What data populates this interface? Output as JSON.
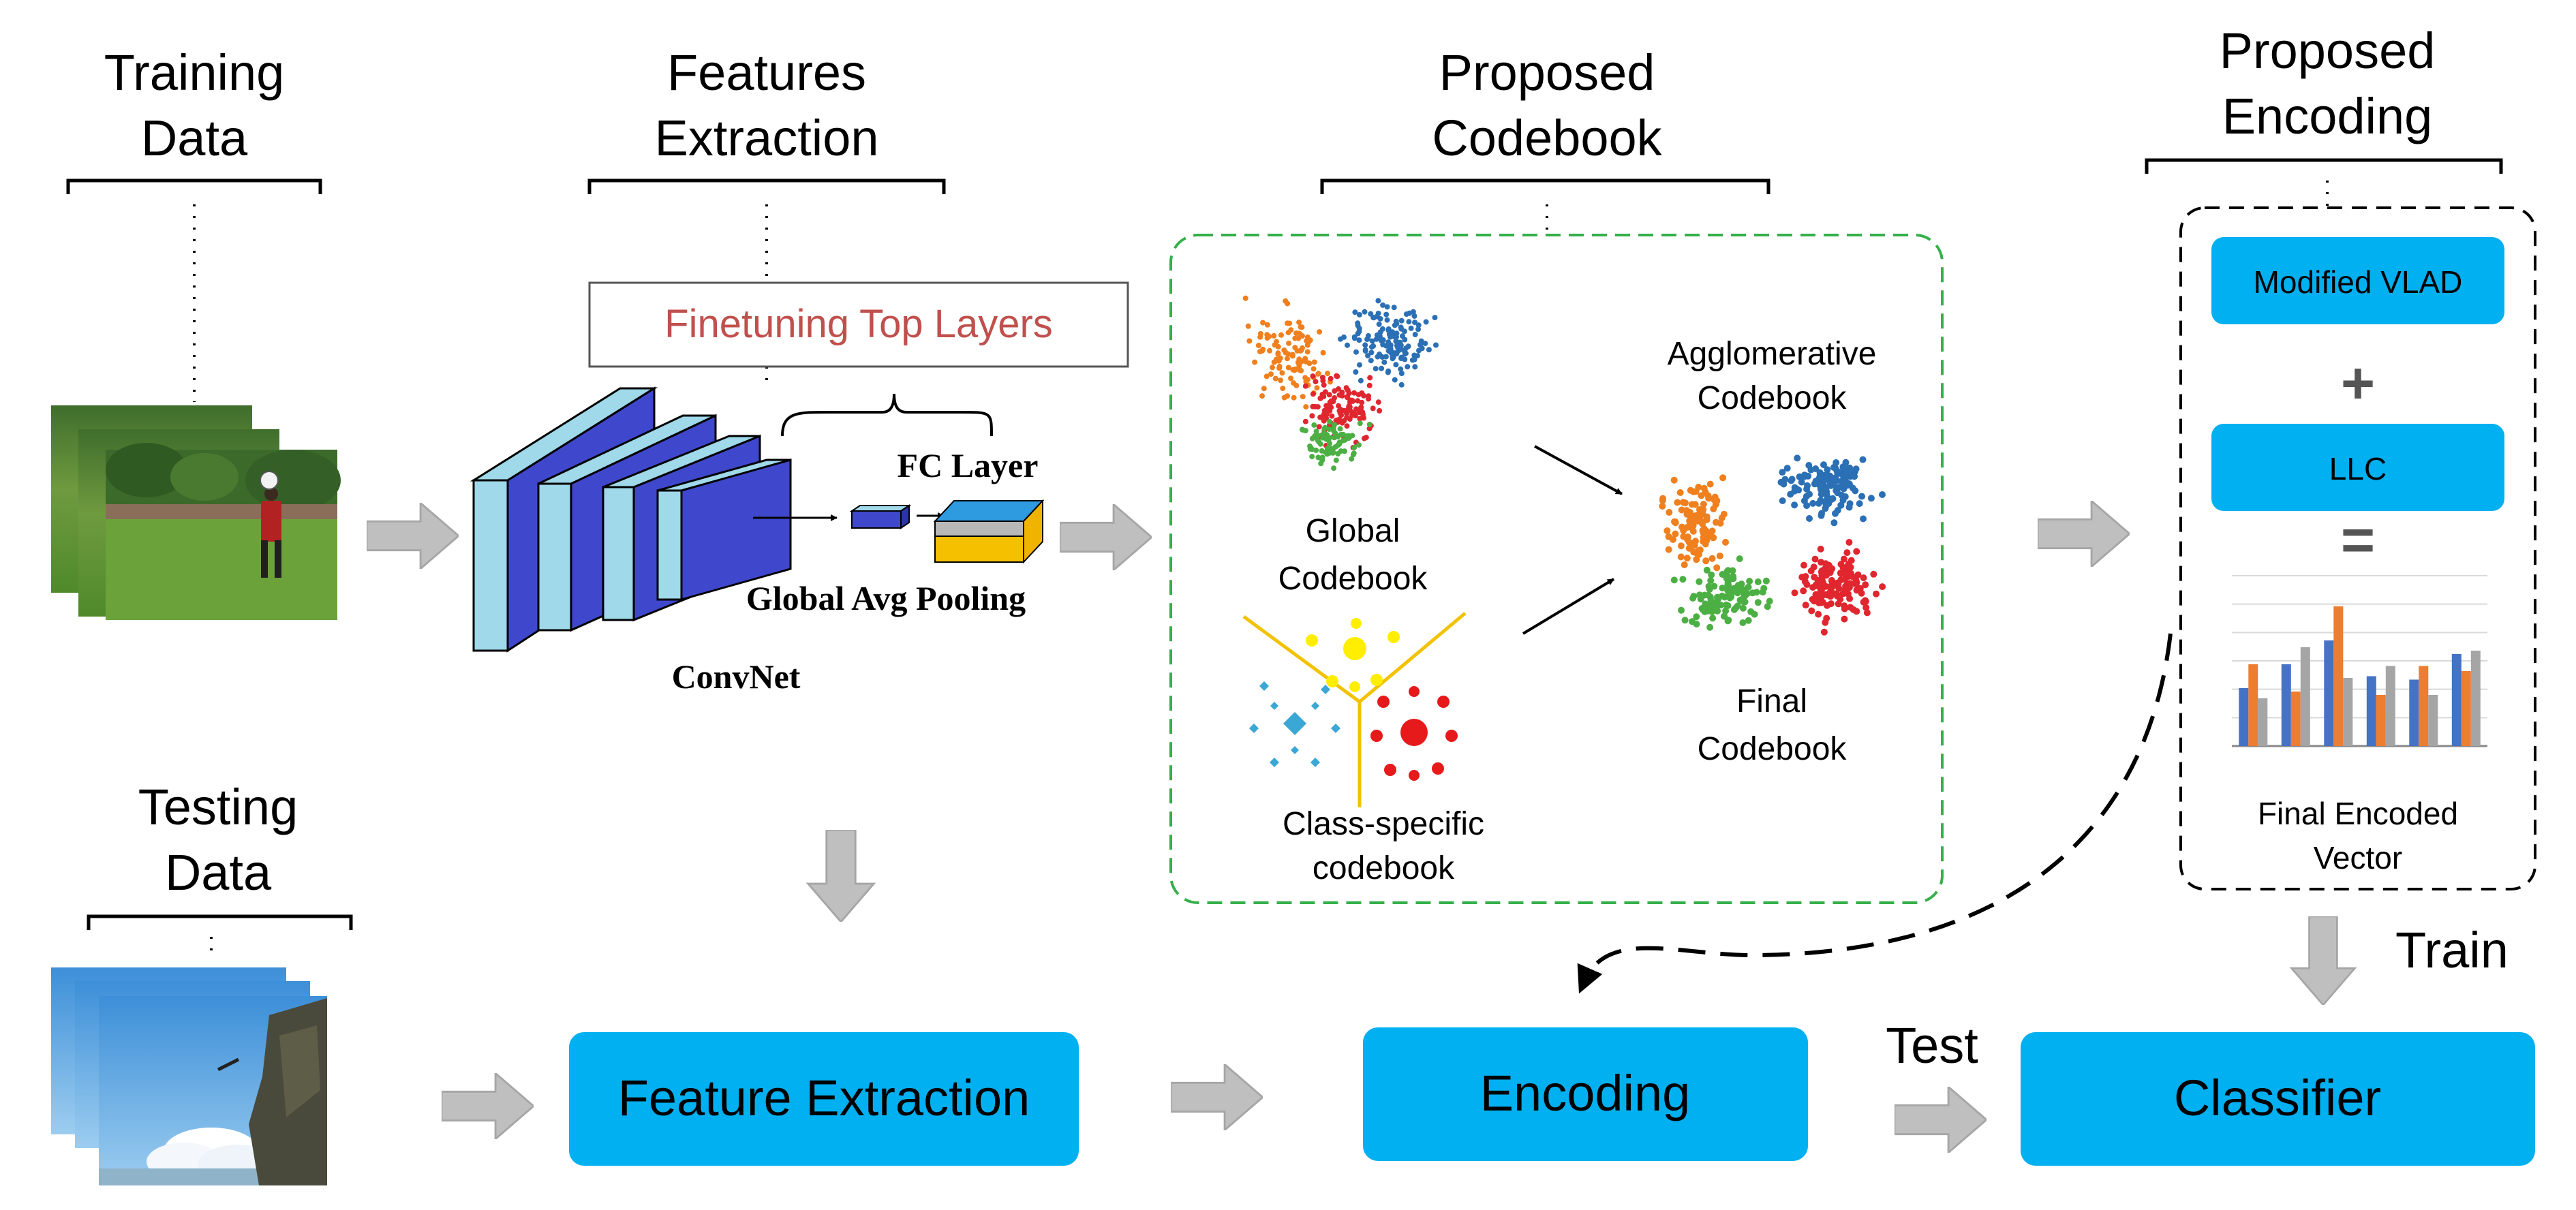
{
  "sections": {
    "training_data": [
      "Training",
      "Data"
    ],
    "features_extraction": [
      "Features",
      "Extraction"
    ],
    "proposed_codebook": [
      "Proposed",
      "Codebook"
    ],
    "proposed_encoding": [
      "Proposed",
      "Encoding"
    ],
    "testing_data": [
      "Testing",
      "Data"
    ]
  },
  "cnn": {
    "finetuning_label": "Finetuning Top Layers",
    "fc_layer": "FC Layer",
    "global_avg_pooling": "Global Avg Pooling",
    "convnet": "ConvNet"
  },
  "codebook": {
    "global": [
      "Global",
      "Codebook"
    ],
    "class_specific": [
      "Class-specific",
      "codebook"
    ],
    "agglomerative": [
      "Agglomerative",
      "Codebook"
    ],
    "final": [
      "Final",
      "Codebook"
    ]
  },
  "encoding": {
    "modified_vlad": "Modified VLAD",
    "plus": "+",
    "llc": "LLC",
    "equals": "=",
    "final_vector": [
      "Final Encoded",
      "Vector"
    ],
    "histogram": [
      {
        "blue": 0.34,
        "orange": 0.48,
        "gray": 0.28
      },
      {
        "blue": 0.48,
        "orange": 0.32,
        "gray": 0.58
      },
      {
        "blue": 0.62,
        "orange": 0.82,
        "gray": 0.4
      },
      {
        "blue": 0.41,
        "orange": 0.3,
        "gray": 0.47
      },
      {
        "blue": 0.39,
        "orange": 0.47,
        "gray": 0.3
      },
      {
        "blue": 0.54,
        "orange": 0.44,
        "gray": 0.56
      }
    ]
  },
  "pipeline": {
    "feature_extraction": "Feature Extraction",
    "encoding": "Encoding",
    "classifier": "Classifier",
    "test": "Test",
    "train": "Train"
  },
  "colors": {
    "accent_blue": "#00b0f0",
    "finetune_red": "#c0504d",
    "arrow_gray": "#bfbfbf",
    "cnn_dark": "#3f48cc",
    "cnn_light": "#9fd9ea",
    "green_dash": "#35b04a",
    "cluster_orange": "#f07f1e",
    "cluster_blue": "#2b6fb5",
    "cluster_red": "#e0262e",
    "cluster_green": "#4caf44",
    "hist_blue": "#4472c4",
    "hist_orange": "#ed7d31",
    "hist_gray": "#a5a5a5"
  },
  "icons": [
    "video-frame-stack-training",
    "video-frame-stack-testing",
    "convnet-3d-blocks",
    "scatter-plot",
    "cluster-triangle-diagram",
    "histogram-icon"
  ]
}
